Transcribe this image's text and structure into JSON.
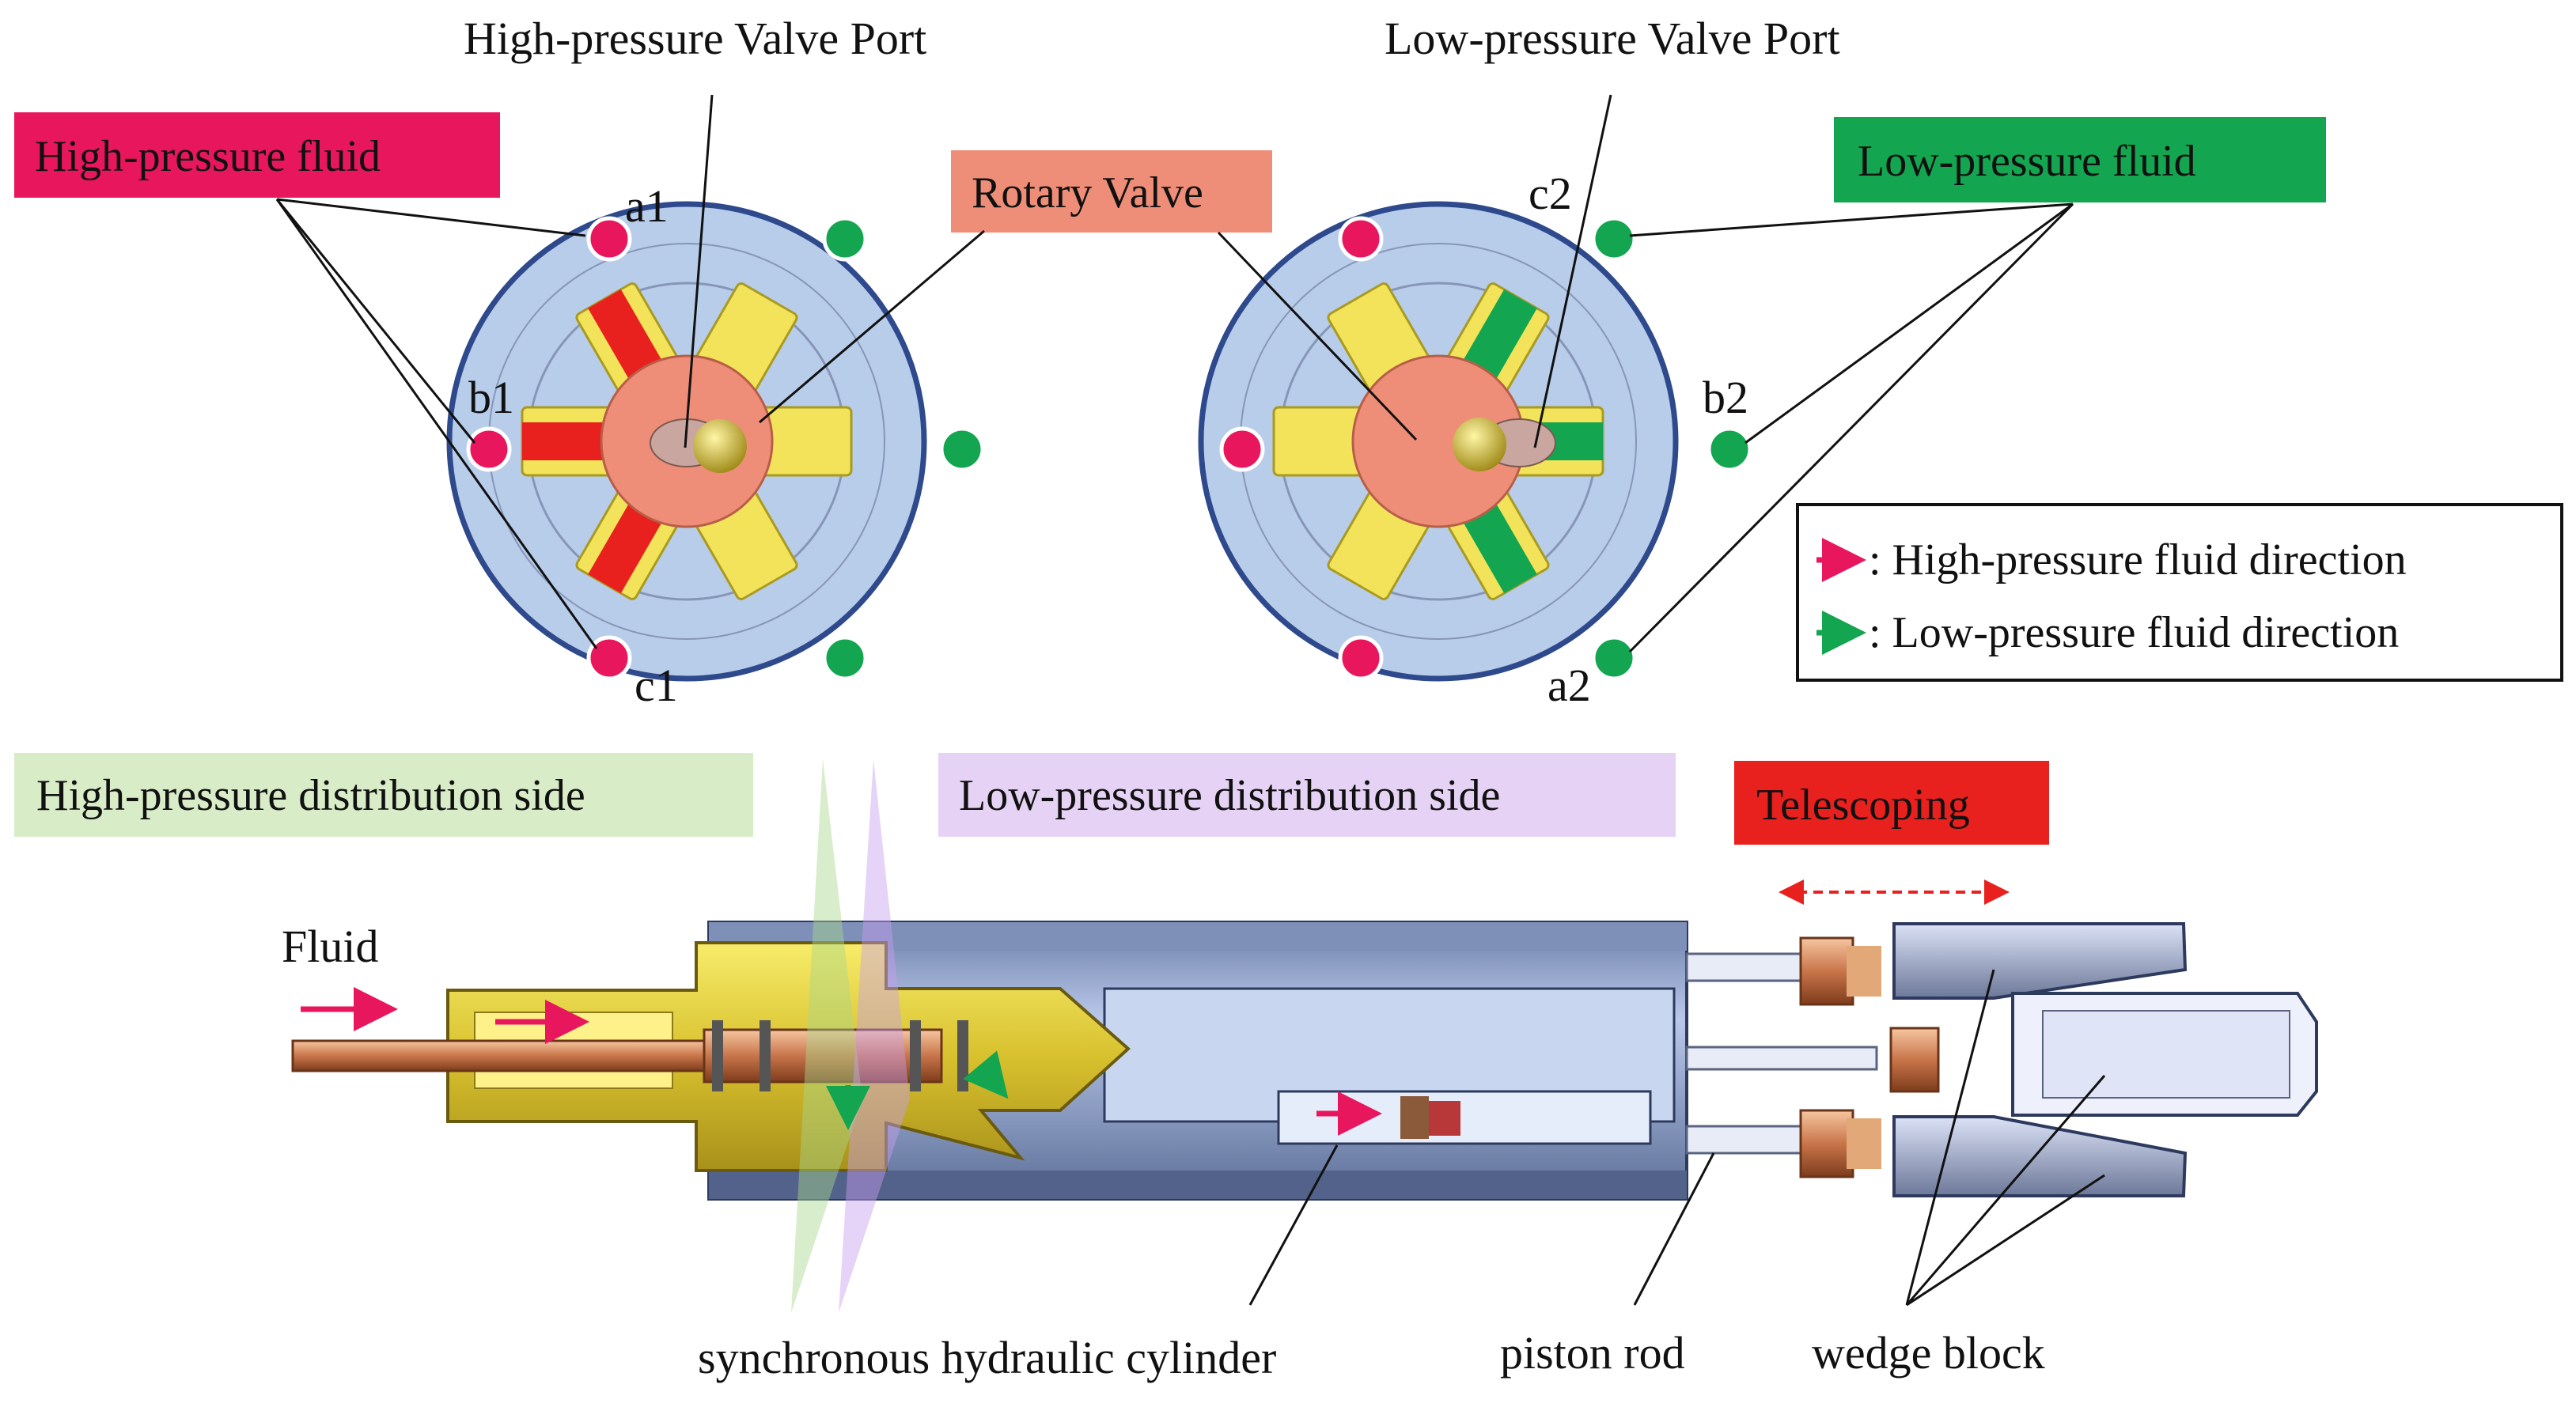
{
  "labels": {
    "high_valve_port": "High-pressure Valve Port",
    "low_valve_port": "Low-pressure Valve Port",
    "high_fluid": "High-pressure fluid",
    "low_fluid": "Low-pressure fluid",
    "rotary_valve": "Rotary Valve",
    "high_side": "High-pressure distribution side",
    "low_side": "Low-pressure distribution side",
    "telescoping": "Telescoping",
    "fluid": "Fluid",
    "cylinder": "synchronous hydraulic cylinder",
    "piston_rod": "piston rod",
    "wedge_block": "wedge block"
  },
  "ports": {
    "a1": "a1",
    "b1": "b1",
    "c1": "c1",
    "a2": "a2",
    "b2": "b2",
    "c2": "c2"
  },
  "legend": {
    "high_dir": ": High-pressure fluid direction",
    "low_dir": ": Low-pressure fluid direction"
  },
  "colors": {
    "high_pressure": "#e8175d",
    "low_pressure": "#14a550",
    "valve_body": "#b8cdea",
    "rotor": "#f2e35a",
    "rotary_valve": "#ee8e78",
    "telescoping": "#e8201e",
    "high_side_bg": "#d8ecc8",
    "low_side_bg": "#e6d2f4"
  }
}
